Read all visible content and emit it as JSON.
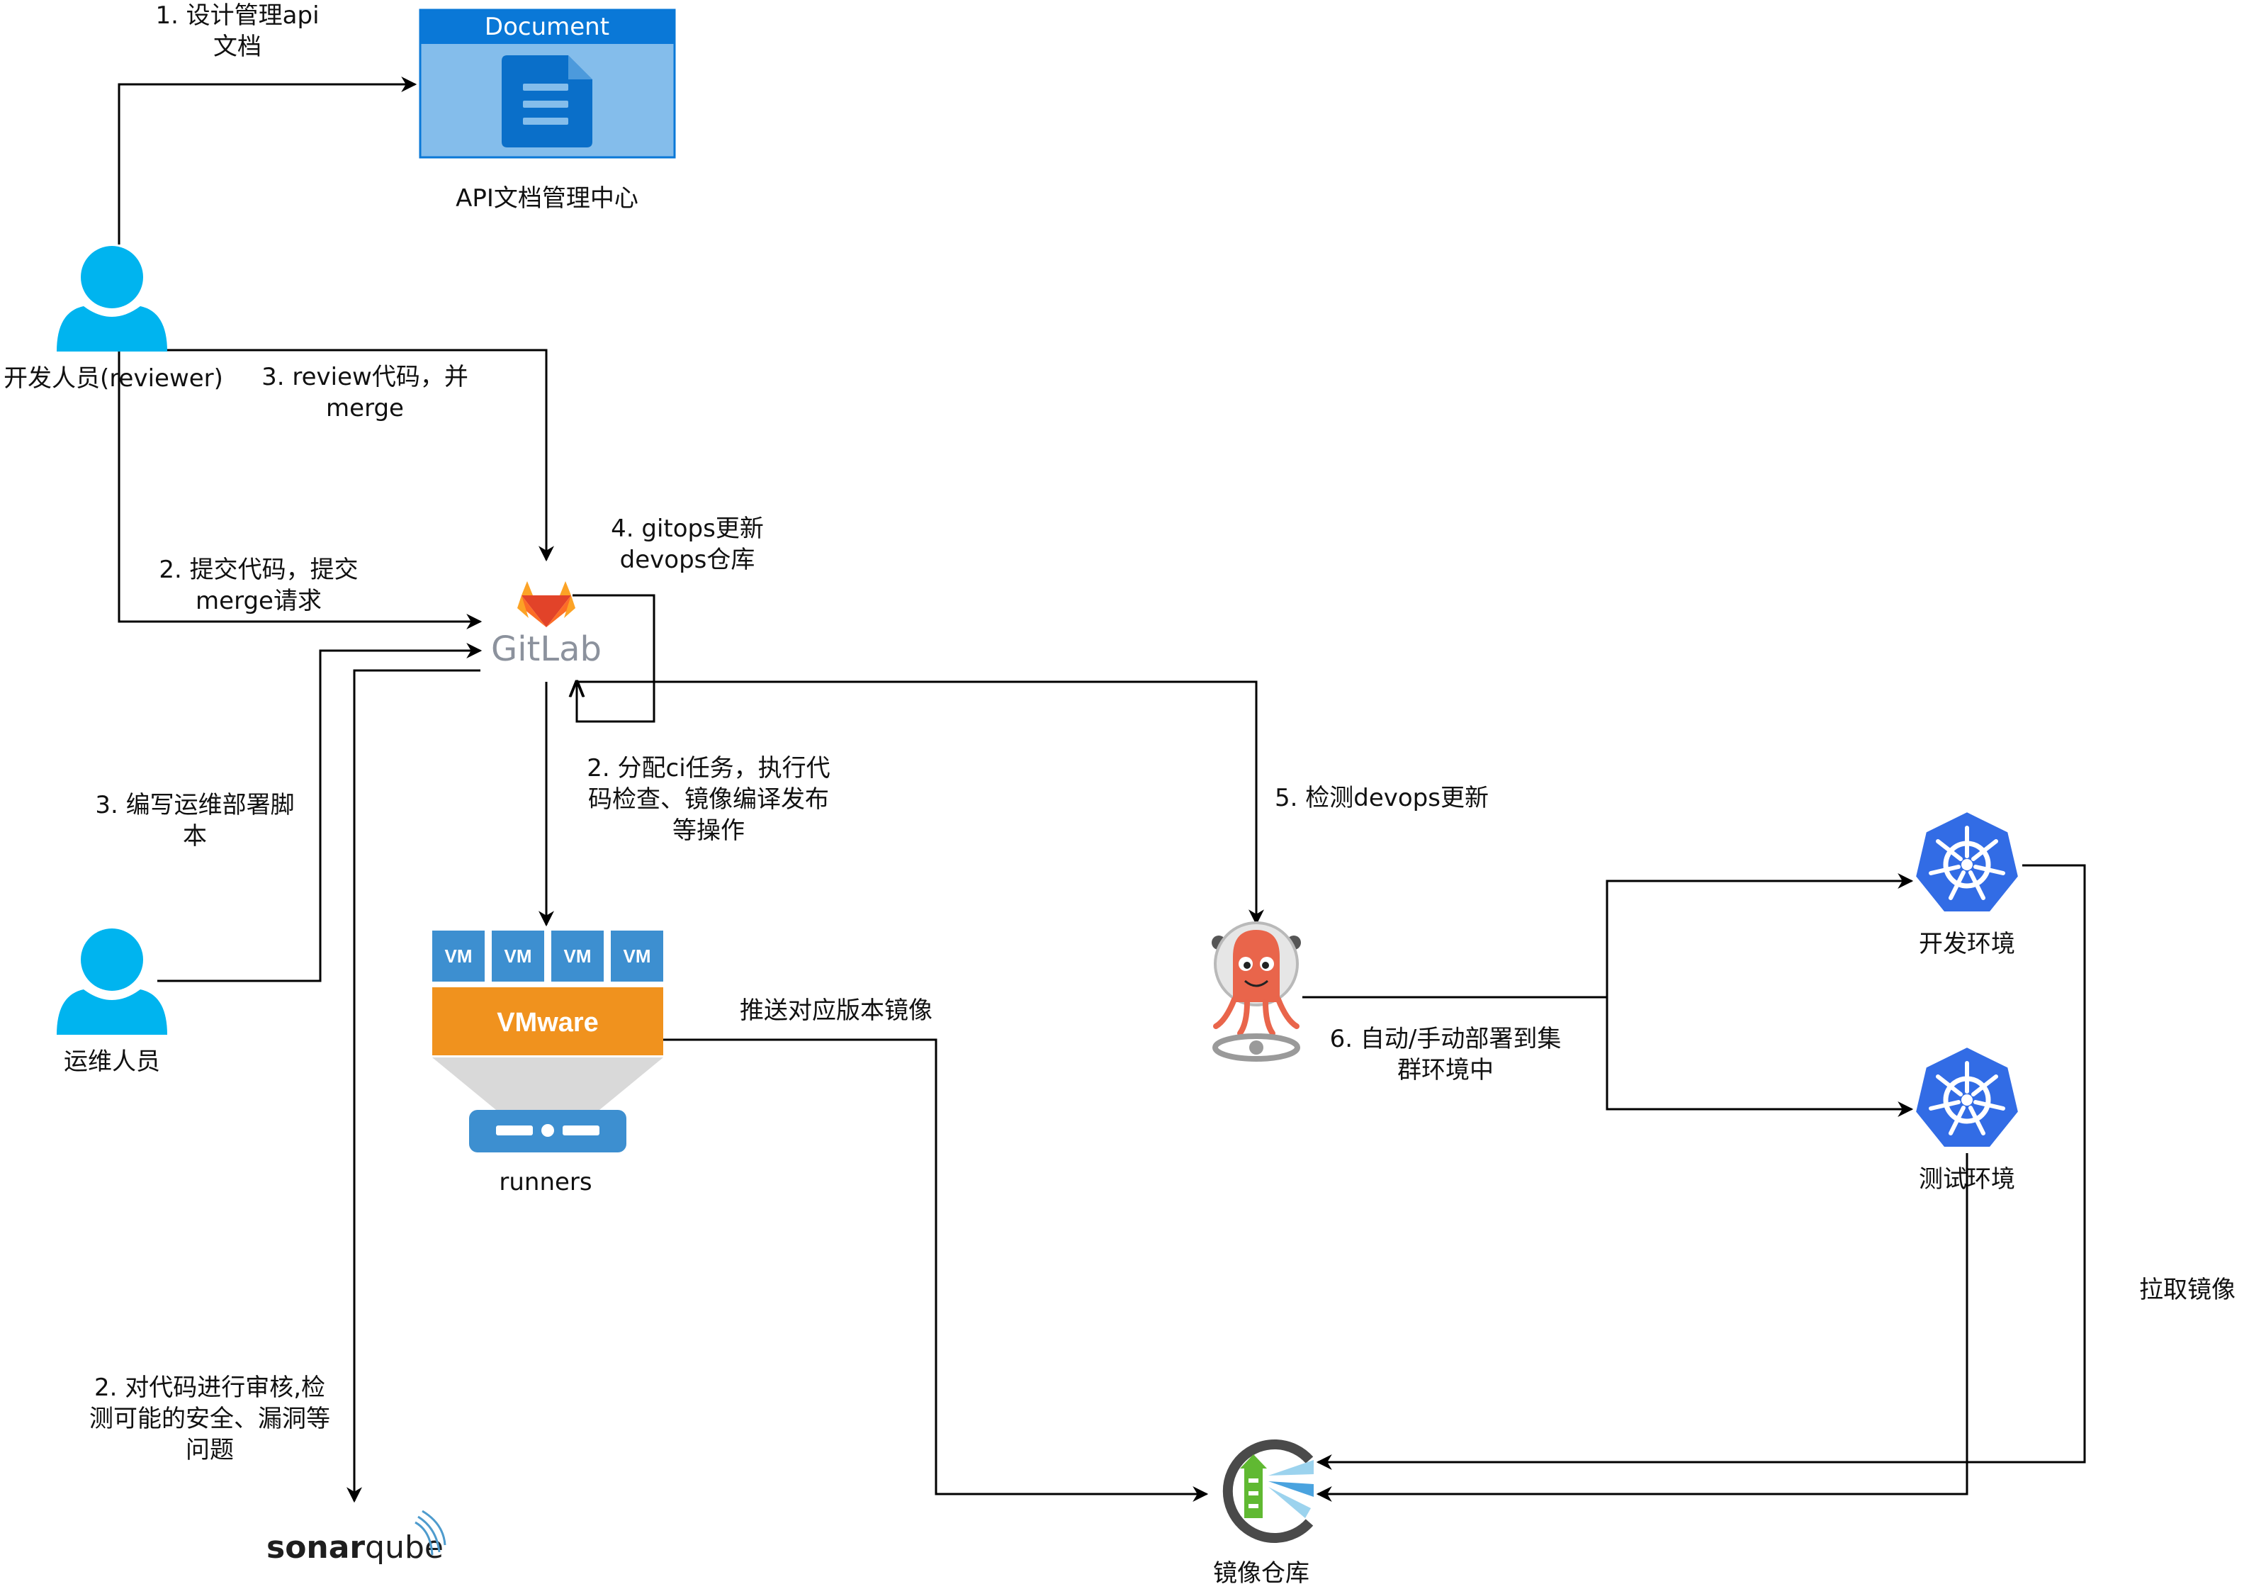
{
  "nodes": {
    "document": {
      "header": "Document",
      "caption": "API文档管理中心"
    },
    "developer": {
      "caption": "开发人员(reviewer)"
    },
    "ops": {
      "caption": "运维人员"
    },
    "gitlab": {
      "wordmark": "GitLab"
    },
    "runners": {
      "vm_label": "VM",
      "vmware": "VMware",
      "caption": "runners"
    },
    "argocd": {},
    "dev_env": {
      "caption": "开发环境"
    },
    "test_env": {
      "caption": "测试环境"
    },
    "sonarqube": {
      "wordmark_bold": "sonar",
      "wordmark_light": "qube"
    },
    "registry": {
      "caption": "镜像仓库"
    }
  },
  "edges": {
    "e1": "1. 设计管理api\n文档",
    "e2": "2. 提交代码，提交\nmerge请求",
    "e3": "3. review代码，并\nmerge",
    "e_ops": "3. 编写运维部署脚\n本",
    "e_ci": "2. 分配ci任务，执行代\n码检查、镜像编译发布\n等操作",
    "e_gitops": "4. gitops更新\ndevops仓库",
    "e_detect": "5. 检测devops更新",
    "e_push": "推送对应版本镜像",
    "e_deploy": "6. 自动/手动部署到集\n群环境中",
    "e_pull": "拉取镜像",
    "e_sonar": "2. 对代码进行审核,检\n测可能的安全、漏洞等\n问题"
  },
  "colors": {
    "person": "#00b4ef",
    "doc_header": "#0a78d7",
    "doc_body": "#84bdeb",
    "doc_icon": "#0a6fc9",
    "vm": "#3d8fd0",
    "vmware": "#f0921e",
    "k8s": "#326ce5",
    "argo": "#e9654b",
    "line": "#000000"
  }
}
